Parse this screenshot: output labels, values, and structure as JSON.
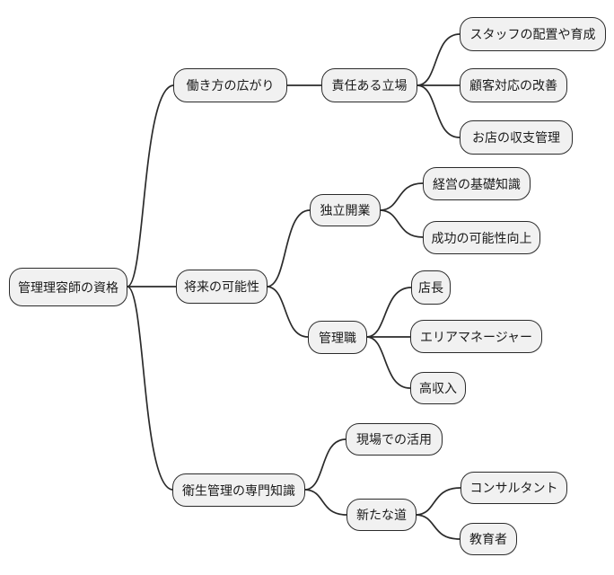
{
  "diagram": {
    "type": "mindmap",
    "background_color": "#ffffff",
    "node_fill_color": "#f1f1f1",
    "node_border_color": "#2b2b2b",
    "edge_color": "#2b2b2b",
    "text_color": "#1a1a1a",
    "root": {
      "label": "管理理容師の資格",
      "children": [
        {
          "label": "働き方の広がり",
          "children": [
            {
              "label": "責任ある立場",
              "children": [
                {
                  "label": "スタッフの配置や育成"
                },
                {
                  "label": "顧客対応の改善"
                },
                {
                  "label": "お店の収支管理"
                }
              ]
            }
          ]
        },
        {
          "label": "将来の可能性",
          "children": [
            {
              "label": "独立開業",
              "children": [
                {
                  "label": "経営の基礎知識"
                },
                {
                  "label": "成功の可能性向上"
                }
              ]
            },
            {
              "label": "管理職",
              "children": [
                {
                  "label": "店長"
                },
                {
                  "label": "エリアマネージャー"
                },
                {
                  "label": "高収入"
                }
              ]
            }
          ]
        },
        {
          "label": "衛生管理の専門知識",
          "children": [
            {
              "label": "現場での活用"
            },
            {
              "label": "新たな道",
              "children": [
                {
                  "label": "コンサルタント"
                },
                {
                  "label": "教育者"
                }
              ]
            }
          ]
        }
      ]
    }
  }
}
